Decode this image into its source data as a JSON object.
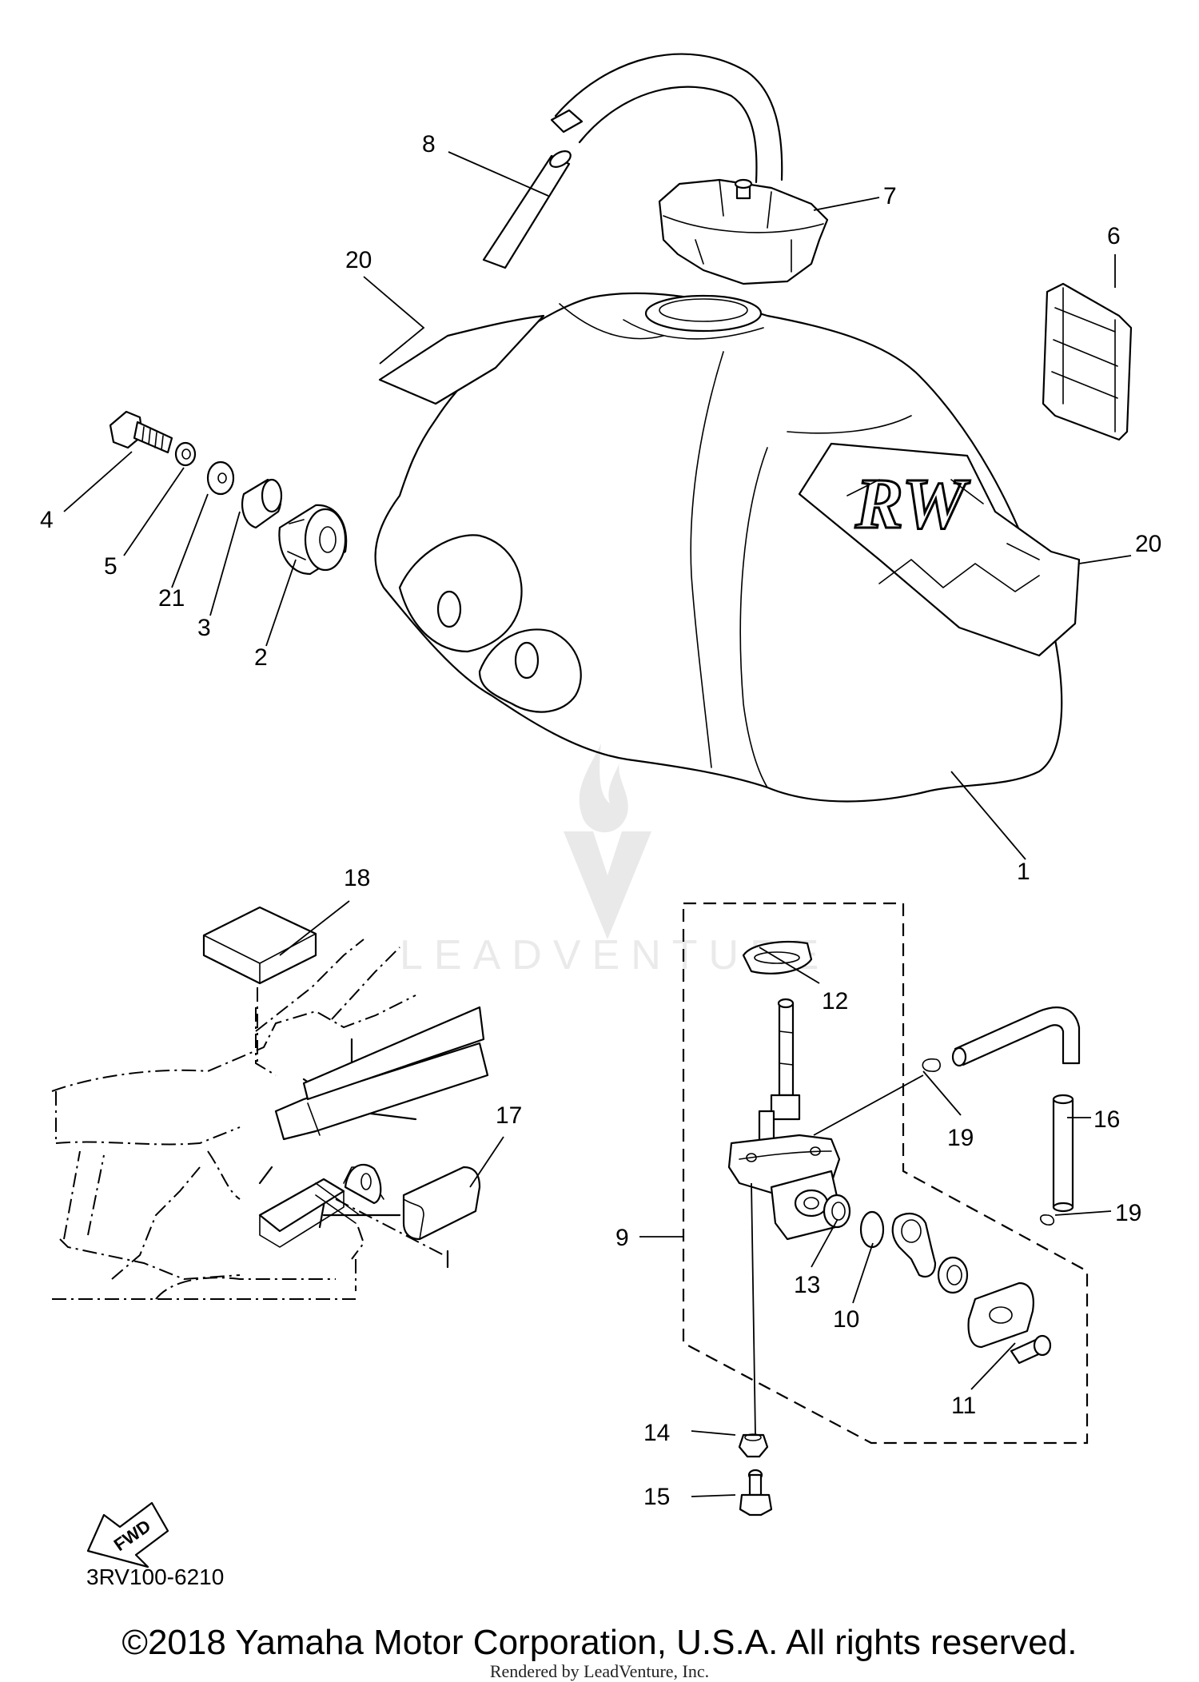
{
  "callouts": {
    "c1": "1",
    "c2": "2",
    "c3": "3",
    "c4": "4",
    "c5": "5",
    "c6": "6",
    "c7": "7",
    "c8": "8",
    "c9": "9",
    "c10": "10",
    "c11": "11",
    "c12": "12",
    "c13": "13",
    "c14": "14",
    "c15": "15",
    "c16": "16",
    "c17": "17",
    "c18": "18",
    "c19a": "19",
    "c19b": "19",
    "c20a": "20",
    "c20b": "20",
    "c21": "21"
  },
  "fwd_arrow_text": "FWD",
  "part_code": "3RV100-6210",
  "copyright": "©2018 Yamaha Motor Corporation, U.S.A. All rights reserved.",
  "rendered_by": "Rendered by LeadVenture, Inc.",
  "watermark_text": "LEADVENTURE"
}
